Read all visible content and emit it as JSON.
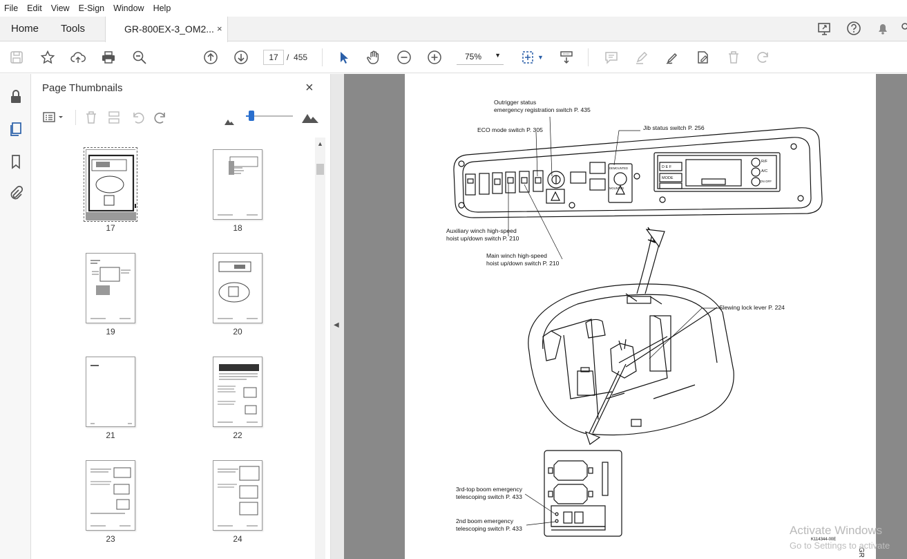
{
  "menu": [
    "File",
    "Edit",
    "View",
    "E-Sign",
    "Window",
    "Help"
  ],
  "tabs": {
    "home": "Home",
    "tools": "Tools",
    "document": "GR-800EX-3_OM2...",
    "close": "×"
  },
  "toolbar": {
    "current_page": "17",
    "page_separator": "/",
    "total_pages": "455",
    "zoom": "75%"
  },
  "panel": {
    "title": "Page Thumbnails",
    "close": "×",
    "thumbnails": [
      {
        "page": "17",
        "selected": true
      },
      {
        "page": "18",
        "selected": false
      },
      {
        "page": "19",
        "selected": false
      },
      {
        "page": "20",
        "selected": false
      },
      {
        "page": "21",
        "selected": false
      },
      {
        "page": "22",
        "selected": false
      },
      {
        "page": "23",
        "selected": false
      },
      {
        "page": "24",
        "selected": false
      }
    ]
  },
  "document_page": {
    "labels": {
      "outrigger": "Outrigger status",
      "outrigger2": "emergency registration switch P. 435",
      "eco": "ECO mode switch P. 305",
      "jib": "Jib status switch P. 256",
      "aux1": "Auxiliary winch high-speed",
      "aux2": "hoist up/down switch P. 210",
      "main1": "Main winch high-speed",
      "main2": "hoist up/down switch P. 210",
      "slew": "Slewing lock lever P. 224",
      "third1": "3rd-top boom emergency",
      "third2": "telescoping switch P. 433",
      "second1": "2nd boom emergency",
      "second2": "telescoping switch P. 433",
      "figure_code": "K114344-00E",
      "side_text": "GR"
    },
    "panel_text": {
      "def": "D E F",
      "mode": "MODE",
      "rf": "R/F",
      "ac": "A/C",
      "onoff": "ON OFF",
      "demount": "DEMOUNTED",
      "mounted": "MOUNTED"
    }
  },
  "watermark": {
    "line1": "Activate Windows",
    "line2": "Go to Settings to activate"
  }
}
